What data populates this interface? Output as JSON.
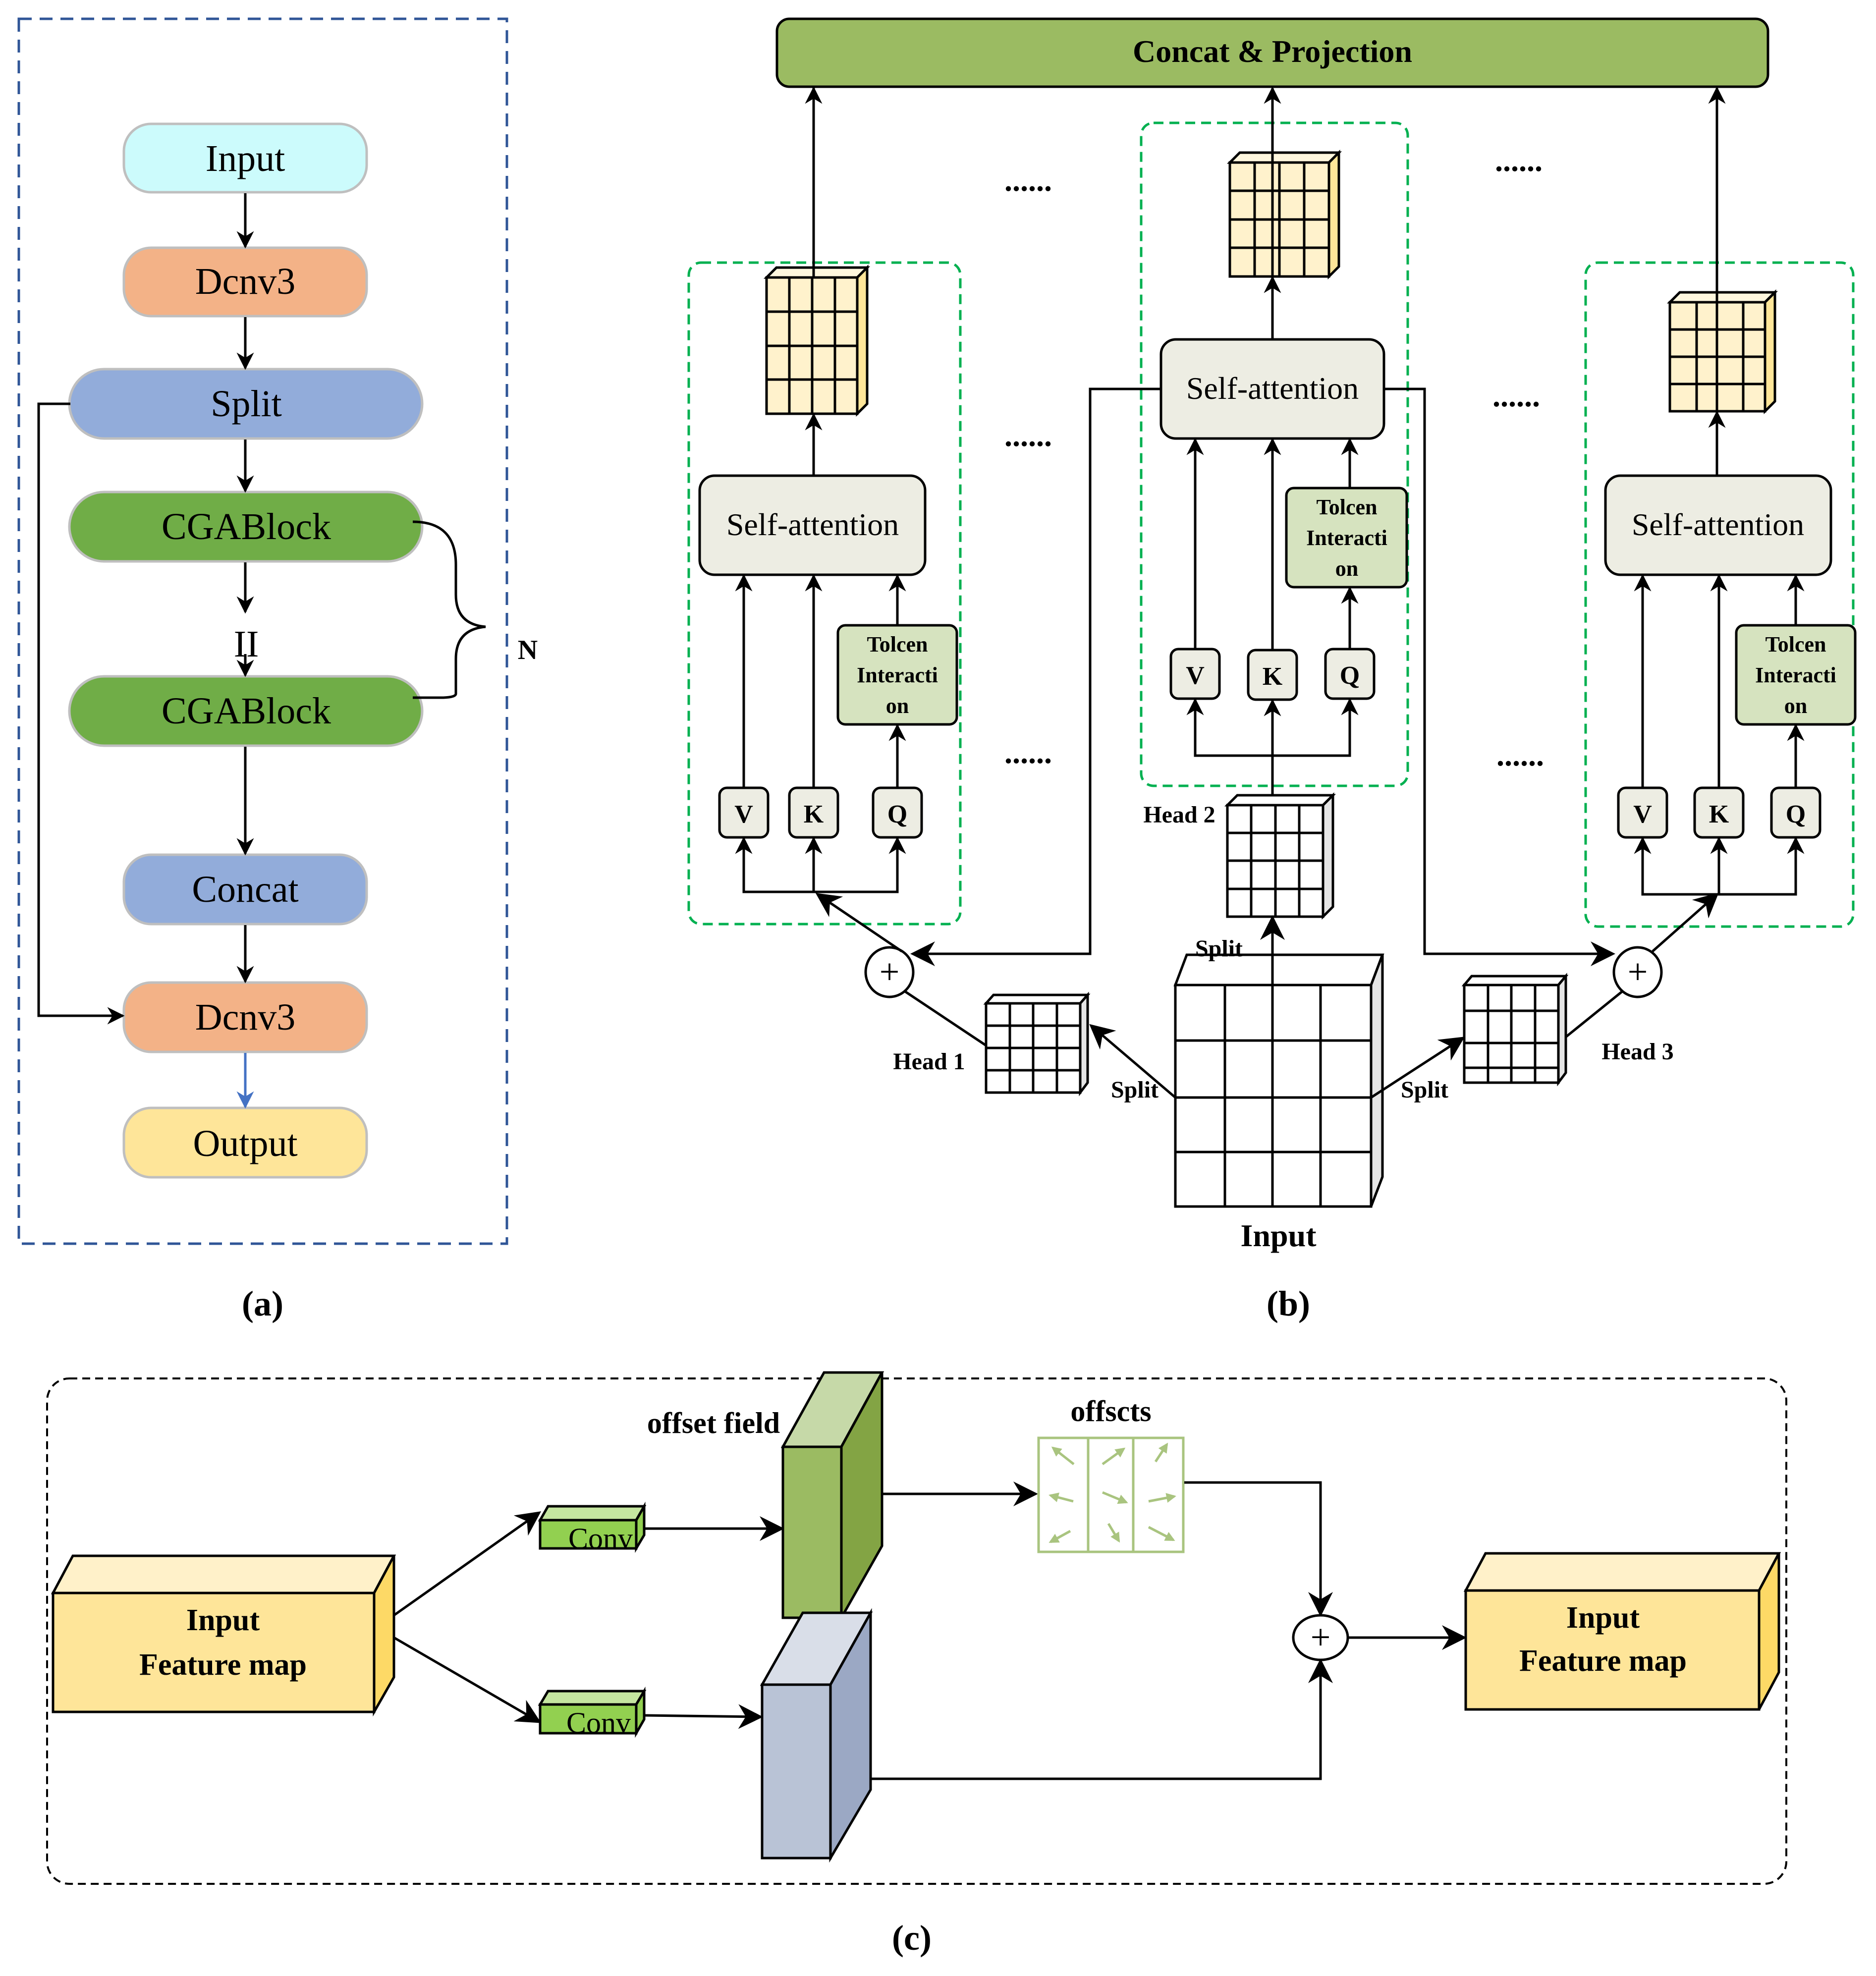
{
  "figure": {
    "panel_labels": {
      "a": "(a)",
      "b": "(b)",
      "c": "(c)"
    }
  },
  "panel_a": {
    "nodes": [
      {
        "id": "input",
        "label": "Input",
        "color": "#CCFBFC"
      },
      {
        "id": "dcnv3_1",
        "label": "Dcnv3",
        "color": "#F3B287"
      },
      {
        "id": "split",
        "label": "Split",
        "color": "#92ACDA"
      },
      {
        "id": "cgablock_1",
        "label": "CGABlock",
        "color": "#70AD47"
      },
      {
        "id": "ellipsis",
        "label": "II"
      },
      {
        "id": "cgablock_2",
        "label": "CGABlock",
        "color": "#70AD47"
      },
      {
        "id": "concat",
        "label": "Concat",
        "color": "#92ACDA"
      },
      {
        "id": "dcnv3_2",
        "label": "Dcnv3",
        "color": "#F3B287"
      },
      {
        "id": "output",
        "label": "Output",
        "color": "#FEE599"
      }
    ],
    "repeat_label": "N",
    "frame_color": "#2F5597",
    "output_arrow_color": "#4472C4"
  },
  "panel_b": {
    "top_block": {
      "label": "Concat & Projection",
      "color": "#9BBB62"
    },
    "heads": [
      {
        "name": "Head 1",
        "self_attention": "Self-attention",
        "token_block": [
          "Tolcen",
          "Interacti",
          "on"
        ],
        "v": "V",
        "k": "K",
        "q": "Q"
      },
      {
        "name": "Head 2",
        "self_attention": "Self-attention",
        "token_block": [
          "Tolcen",
          "Interacti",
          "on"
        ],
        "v": "V",
        "k": "K",
        "q": "Q"
      },
      {
        "name": "Head 3",
        "self_attention": "Self-attention",
        "token_block": [
          "Tolcen",
          "Interacti",
          "on"
        ],
        "v": "V",
        "k": "K",
        "q": "Q"
      }
    ],
    "split_label": "Split",
    "input_label": "Input",
    "ellipsis": "......",
    "plus_symbol": "+",
    "colors": {
      "head_frame": "#00B050",
      "attention_fill": "#EDEDE3",
      "token_fill": "#D6E3BF",
      "feature_fill": "#FFF2CC",
      "feature_side": "#FFE699",
      "grid_side": "#E5E5E5"
    }
  },
  "panel_c": {
    "input_box": {
      "lines": [
        "Input",
        "Feature map"
      ],
      "front": "#FEE599",
      "top": "#FFF1C9",
      "side": "#FDD966"
    },
    "output_box": {
      "lines": [
        "Input",
        "Feature map"
      ]
    },
    "conv_top": "Conv",
    "conv_bottom": "Conv",
    "offset_field_label": "offset field",
    "offsets_label": "offscts",
    "plus_symbol": "+",
    "colors": {
      "conv_front": "#92D050",
      "conv_top": "#C5E6A0",
      "offset_front": "#9BBB62",
      "offset_side": "#83A444",
      "offset_top": "#C6D9A8",
      "blue_front": "#B9C3D6",
      "blue_side": "#9BA8C4",
      "blue_top": "#D9DEE8",
      "offset_arrows": "#A9C47F"
    }
  }
}
